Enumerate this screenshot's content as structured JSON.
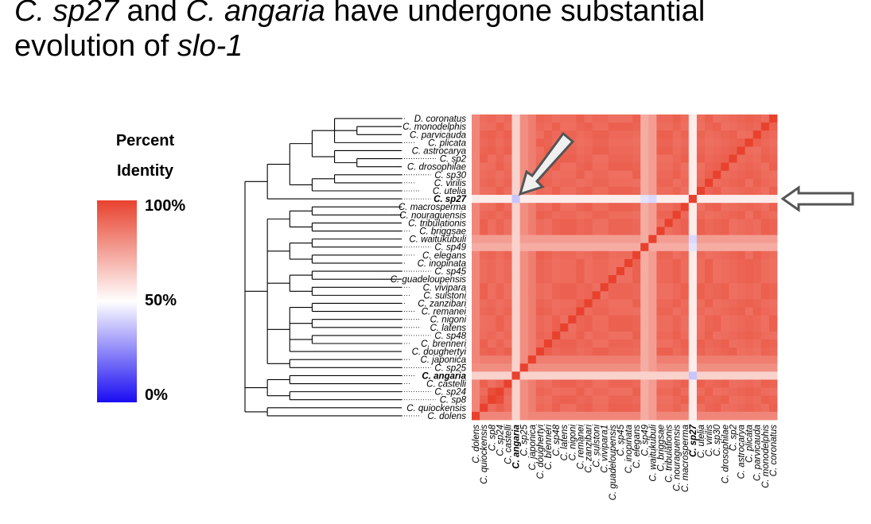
{
  "title": {
    "part1": "C. sp27",
    "part2": " and ",
    "part3": "C. angaria",
    "part4": " have undergone substantial",
    "line2a": "evolution of ",
    "line2b": "slo-1"
  },
  "legend": {
    "title_line1": "Percent",
    "title_line2": "Identity",
    "ticks": [
      "100%",
      "50%",
      "0%"
    ],
    "colors": {
      "high": "#e8422e",
      "mid": "#ffffff",
      "low": "#1a0cf2"
    }
  },
  "arrows": [
    {
      "name": "diagonal-arrow",
      "color": "#f2f2f2",
      "stroke": "#555555"
    },
    {
      "name": "left-arrow",
      "color": "#ffffff",
      "stroke": "#555555"
    }
  ],
  "chart_data": {
    "type": "heatmap",
    "value_unit": "Percent Identity",
    "value_range": [
      0,
      100
    ],
    "row_labels": [
      "D. coronatus",
      "C. monodelphis",
      "C. parvicauda",
      "C. plicata",
      "C. astrocarya",
      "C. sp2",
      "C. drosophilae",
      "C. sp30",
      "C. virilis",
      "C. utelia",
      "C. sp27",
      "C. macrosperma",
      "C. nouraguensis",
      "C. tribulationis",
      "C. briggsae",
      "C. waitukubuli",
      "C. sp49",
      "C. elegans",
      "C. inopinata",
      "C. sp45",
      "C. guadeloupensis",
      "C. vivipara",
      "C. sulstoni",
      "C. zanzibari",
      "C. remanei",
      "C. nigoni",
      "C. latens",
      "C. sp48",
      "C. brenneri",
      "C. doughertyi",
      "C. japonica",
      "C. sp25",
      "C. angaria",
      "C. castelli",
      "C. sp24",
      "C. sp8",
      "C. quiockensis",
      "C. dolens"
    ],
    "col_labels": [
      "C. dolens",
      "C. quiockensis",
      "C. sp8",
      "C. sp24",
      "C. castelli",
      "C. angaria",
      "C. sp25",
      "C. japonica",
      "C. doughertyi",
      "C. brenneri",
      "C. sp48",
      "C. latens",
      "C. nigoni",
      "C. remanei",
      "C. zanzibari",
      "C. sulstoni",
      "C. vivipara1",
      "C. guadeloupensis",
      "C. sp45",
      "C. inopinata",
      "C. elegans",
      "C. sp49",
      "C. waitukubuli",
      "C. briggsae",
      "C. tribulationis",
      "C. nouraguensis",
      "C. macrosperma",
      "C. sp27",
      "C. utelia",
      "C. virilis",
      "C. sp30",
      "C. drosophilae",
      "C. sp2",
      "C. astrocarya",
      "C. plicata",
      "C. parvicauda",
      "C. monodelphis",
      "C. coronatus"
    ],
    "bold_labels": [
      "C. sp27",
      "C. angaria"
    ],
    "typical_identity": 90,
    "diagonal_identity": 100,
    "divergent_taxa": [
      {
        "label": "C. sp27",
        "identity": 55
      },
      {
        "label": "C. angaria",
        "identity": 62
      },
      {
        "label": "C. sp49",
        "identity": 72
      },
      {
        "label": "C. waitukubuli",
        "identity": 76
      },
      {
        "label": "C. sp25",
        "identity": 80
      },
      {
        "label": "C. dolens",
        "identity": 82
      },
      {
        "label": "C. japonica",
        "identity": 84
      }
    ],
    "pair_identity": [
      {
        "a": "C. sp27",
        "b": "C. angaria",
        "identity": 38
      },
      {
        "a": "C. sp27",
        "b": "C. waitukubuli",
        "identity": 42
      },
      {
        "a": "C. sp27",
        "b": "C. sp49",
        "identity": 44
      },
      {
        "a": "C. sp8",
        "b": "C. sp24",
        "identity": 97
      }
    ]
  }
}
